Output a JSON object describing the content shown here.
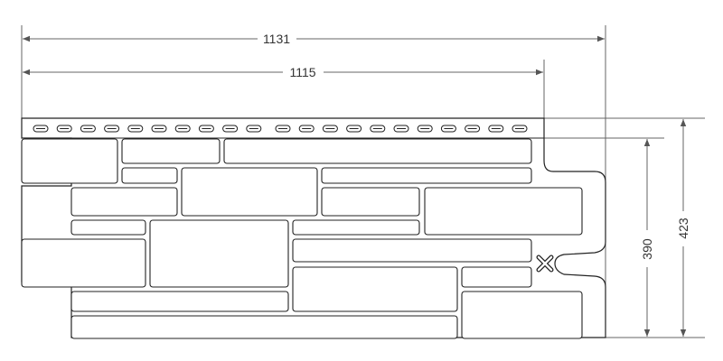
{
  "dimensions": {
    "overall_width": "1131",
    "panel_width": "1115",
    "overall_height": "423",
    "panel_height": "390"
  }
}
